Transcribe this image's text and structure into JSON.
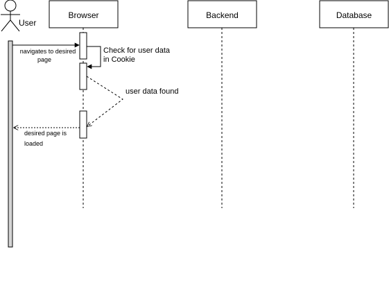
{
  "actor": {
    "label": "User"
  },
  "participants": {
    "browser": "Browser",
    "backend": "Backend",
    "database": "Database"
  },
  "messages": {
    "navigate_line1": "navigates to desired",
    "navigate_line2": "page",
    "self_check_line1": "Check for user data",
    "self_check_line2": "in Cookie",
    "found": "user data found",
    "loaded_line1": "desired page is",
    "loaded_line2": "loaded"
  }
}
